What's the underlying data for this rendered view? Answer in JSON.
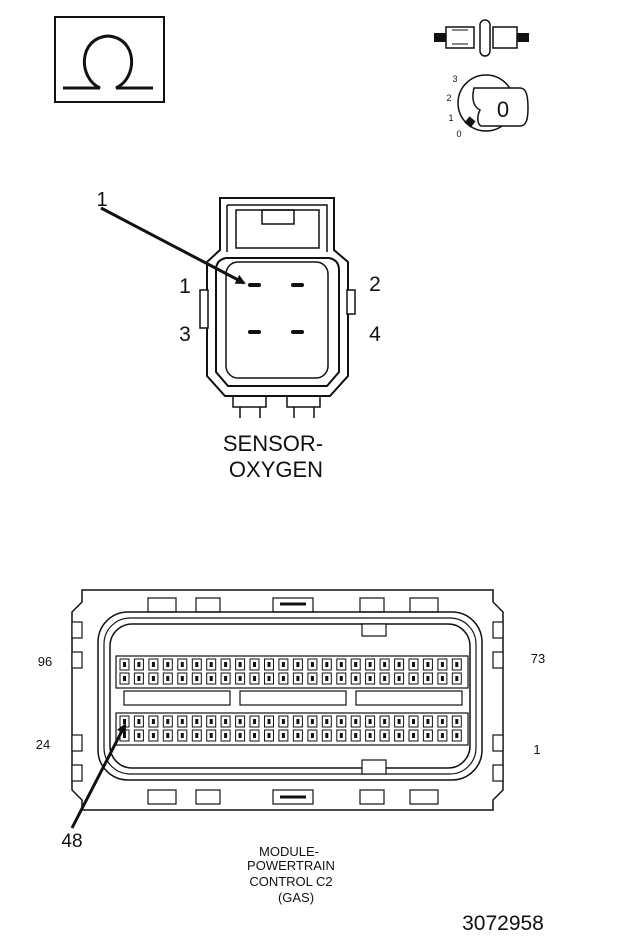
{
  "ohm_symbol": "Ω",
  "ignition": {
    "positions": [
      "3",
      "2",
      "1",
      "0"
    ],
    "key_label": "0"
  },
  "sensor_connector": {
    "callout": "1",
    "pin_labels": {
      "p1": "1",
      "p2": "2",
      "p3": "3",
      "p4": "4"
    },
    "name_line1": "SENSOR-",
    "name_line2": "OXYGEN"
  },
  "pcm_connector": {
    "pin_96": "96",
    "pin_73": "73",
    "pin_24": "24",
    "pin_1": "1",
    "callout": "48",
    "name_line1": "MODULE-",
    "name_line2": "POWERTRAIN",
    "name_line3": "CONTROL C2",
    "name_line4": "(GAS)"
  },
  "figure_number": "3072958"
}
